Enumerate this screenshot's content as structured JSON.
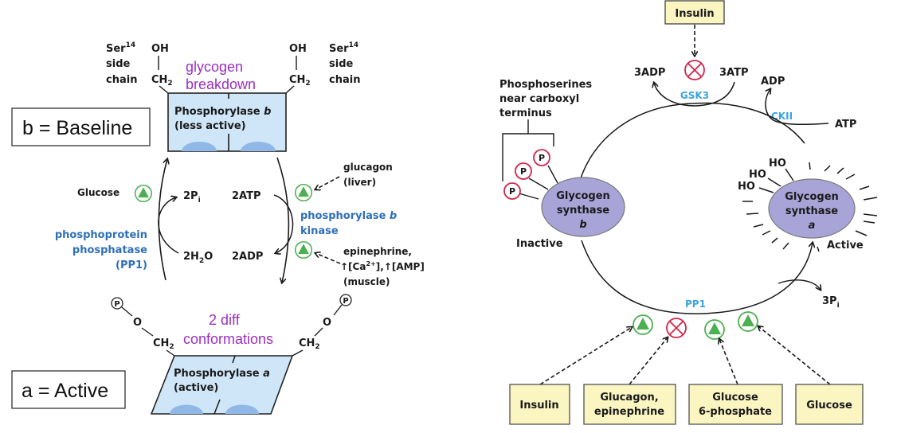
{
  "left_panel": {
    "legend_b": "b = Baseline",
    "legend_a": "a = Active",
    "ser_left": {
      "name": "Ser",
      "sup": "14",
      "line2": "side",
      "line3": "chain"
    },
    "ser_right": {
      "name": "Ser",
      "sup": "14",
      "line2": "side",
      "line3": "chain"
    },
    "oh": "OH",
    "ch2": "CH",
    "ch2_sub": "2",
    "o": "O",
    "p_symbol": "P",
    "annot_top": [
      "glycogen",
      "breakdown"
    ],
    "annot_bottom": [
      "2 diff",
      "conformations"
    ],
    "enzyme_b": {
      "name": "Phosphorylase ",
      "letter": "b",
      "state": "(less active)"
    },
    "enzyme_a": {
      "name": "Phosphorylase ",
      "letter": "a",
      "state": "(active)"
    },
    "glucose": "Glucose",
    "phosphatase": [
      "phosphoprotein",
      "phosphatase",
      "(PP1)"
    ],
    "pi": {
      "coef": "2P",
      "sub": "i"
    },
    "h2o": {
      "a": "2H",
      "sub": "2",
      "b": "O"
    },
    "atp": "2ATP",
    "adp": "2ADP",
    "kinase": {
      "name": "phosphorylase ",
      "letter": "b",
      "line2": "kinase"
    },
    "glucagon": [
      "glucagon",
      "(liver)"
    ],
    "epinephrine": {
      "line1": "epinephrine,",
      "ca": "↑[Ca",
      "ca_sup": "2+",
      "amp": "],↑[AMP]",
      "line3": "(muscle)"
    }
  },
  "right_panel": {
    "insulin_top": "Insulin",
    "adp3": "3ADP",
    "atp3": "3ATP",
    "gsk3": "GSK3",
    "adp": "ADP",
    "ckii": "CKII",
    "atp": "ATP",
    "phosphoserines": [
      "Phosphoserines",
      "near carboxyl",
      "terminus"
    ],
    "p_label": "P",
    "synthase_b": {
      "line1": "Glycogen",
      "line2": "synthase",
      "letter": "b",
      "state": "Inactive"
    },
    "synthase_a": {
      "line1": "Glycogen",
      "line2": "synthase",
      "letter": "a",
      "state": "Active"
    },
    "ho": "HO",
    "pp1": "PP1",
    "pi3": {
      "coef": "3P",
      "sub": "i"
    },
    "regulators": [
      {
        "label": [
          "Insulin"
        ],
        "effect": "activate"
      },
      {
        "label": [
          "Glucagon,",
          "epinephrine"
        ],
        "effect": "inhibit"
      },
      {
        "label": [
          "Glucose",
          "6-phosphate"
        ],
        "effect": "activate"
      },
      {
        "label": [
          "Glucose"
        ],
        "effect": "activate"
      }
    ]
  },
  "colors": {
    "enzyme_fill": "#cfe6f8",
    "pocket": "#8fb8e6",
    "synthase_fill": "#a8a4d8",
    "activator": "#4caf50",
    "inhibitor": "#d0264a",
    "box_fill": "#fbf5c2",
    "purple_text": "#9a2fc0",
    "blue_text": "#2f6fb8",
    "light_blue_text": "#3aa3e0"
  }
}
